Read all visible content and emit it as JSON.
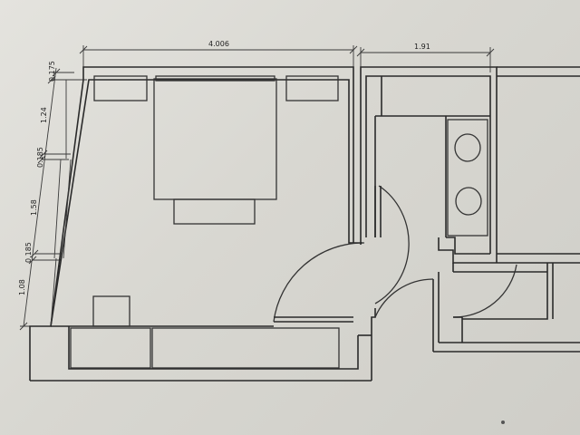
{
  "dimensions": {
    "top": [
      {
        "text": "4.006"
      },
      {
        "text": "1.91"
      }
    ],
    "left": [
      {
        "text": "0.175"
      },
      {
        "text": "1.24"
      },
      {
        "text": "0.185"
      },
      {
        "text": "1.58"
      },
      {
        "text": "0.185"
      },
      {
        "text": "1.08"
      }
    ]
  },
  "colors": {
    "paper": "#dedcd6",
    "ink": "#2a2a2a"
  }
}
